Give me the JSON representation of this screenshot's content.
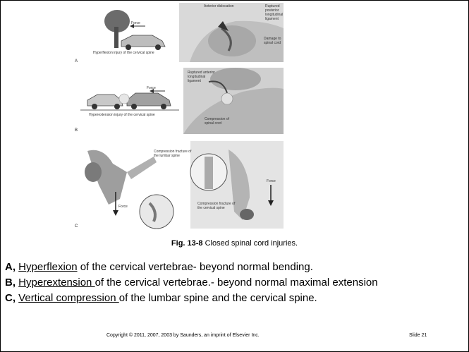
{
  "figure": {
    "panel_a": {
      "label": "A",
      "force": "Force",
      "injury": "Hyperflexion injury of the cervical spine",
      "callouts": [
        "Anterior dislocation",
        "Ruptured posterior longitudinal ligament",
        "Damage to spinal cord"
      ]
    },
    "panel_b": {
      "label": "B",
      "force": "Force",
      "injury": "Hyperextension injury of the cervical spine",
      "callouts": [
        "Ruptured anterior longitudinal ligament",
        "Compression of spinal cord"
      ]
    },
    "panel_c": {
      "label": "C",
      "force_left": "Force",
      "force_right": "Force",
      "callouts": [
        "Compression fracture of the lumbar spine",
        "Compression fracture of the cervical spine"
      ]
    }
  },
  "caption": {
    "prefix": "Fig. 13-8",
    "text": " Closed spinal cord injuries."
  },
  "lines": [
    {
      "lead": "A, ",
      "term": "Hyperflexion",
      "rest": " of the cervical vertebrae- beyond normal bending."
    },
    {
      "lead": "B, ",
      "term": "Hyperextension ",
      "rest": "of the cervical vertebrae.- beyond normal maximal extension"
    },
    {
      "lead": "C, ",
      "term": "Vertical compression ",
      "rest": "of the lumbar spine and the cervical spine."
    }
  ],
  "footer": {
    "copyright": "Copyright © 2011, 2007, 2003 by Saunders, an imprint of Elsevier Inc.",
    "slide": "Slide 21"
  }
}
